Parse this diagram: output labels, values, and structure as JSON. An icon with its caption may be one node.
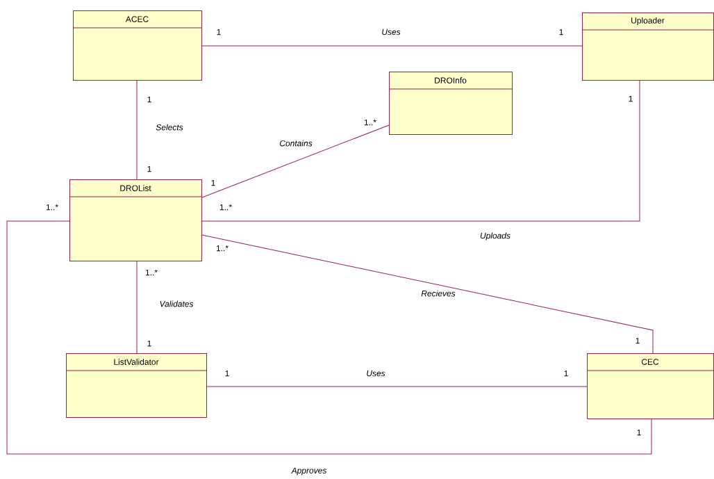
{
  "diagram": {
    "nodes": [
      {
        "text": [
          "ACEC"
        ]
      },
      {
        "text": [
          "Uploader"
        ]
      },
      {
        "text": [
          "DROInfo"
        ]
      },
      {
        "text": [
          "DROList"
        ]
      },
      {
        "text": [
          "ListValidator"
        ]
      },
      {
        "text": [
          "CEC"
        ]
      }
    ],
    "edges": [
      {
        "from": 0,
        "to": 1,
        "arrow": "none",
        "label": "Uses"
      },
      {
        "from": 0,
        "to": 3,
        "arrow": "none",
        "label": "Selects"
      },
      {
        "from": 3,
        "to": 2,
        "arrow": "none",
        "label": "Contains"
      },
      {
        "from": 3,
        "to": 1,
        "arrow": "none",
        "label": "Uploads"
      },
      {
        "from": 3,
        "to": 5,
        "arrow": "none",
        "label": "Recieves"
      },
      {
        "from": 3,
        "to": 4,
        "arrow": "none",
        "label": "Validates"
      },
      {
        "from": 4,
        "to": 5,
        "arrow": "none",
        "label": "Uses"
      },
      {
        "from": 3,
        "to": 5,
        "arrow": "none",
        "label": "Approves"
      }
    ],
    "labels": [
      "1",
      "1",
      "1",
      "1",
      "1..*",
      "1",
      "1",
      "1..*",
      "1..*",
      "1..*",
      "1..*",
      "1",
      "1",
      "1",
      "1",
      "1"
    ]
  }
}
